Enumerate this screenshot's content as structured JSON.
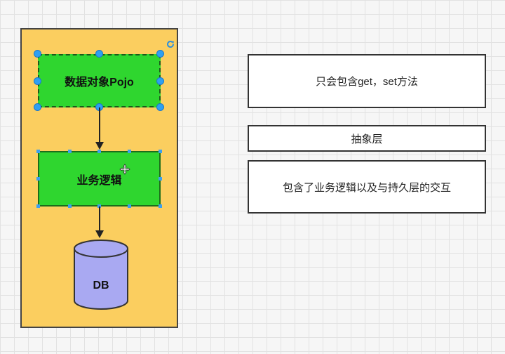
{
  "diagram": {
    "container": {
      "fill": "#fbce5f"
    },
    "pojo_box": {
      "label": "数据对象Pojo",
      "fill": "#2fd62f"
    },
    "logic_box": {
      "label": "业务逻辑",
      "fill": "#2fd62f"
    },
    "database": {
      "label": "DB",
      "fill": "#a9a9f2"
    },
    "notes": [
      {
        "text": "只会包含get，set方法"
      },
      {
        "text": "抽象层"
      },
      {
        "text": "包含了业务逻辑以及与持久层的交互"
      }
    ]
  }
}
